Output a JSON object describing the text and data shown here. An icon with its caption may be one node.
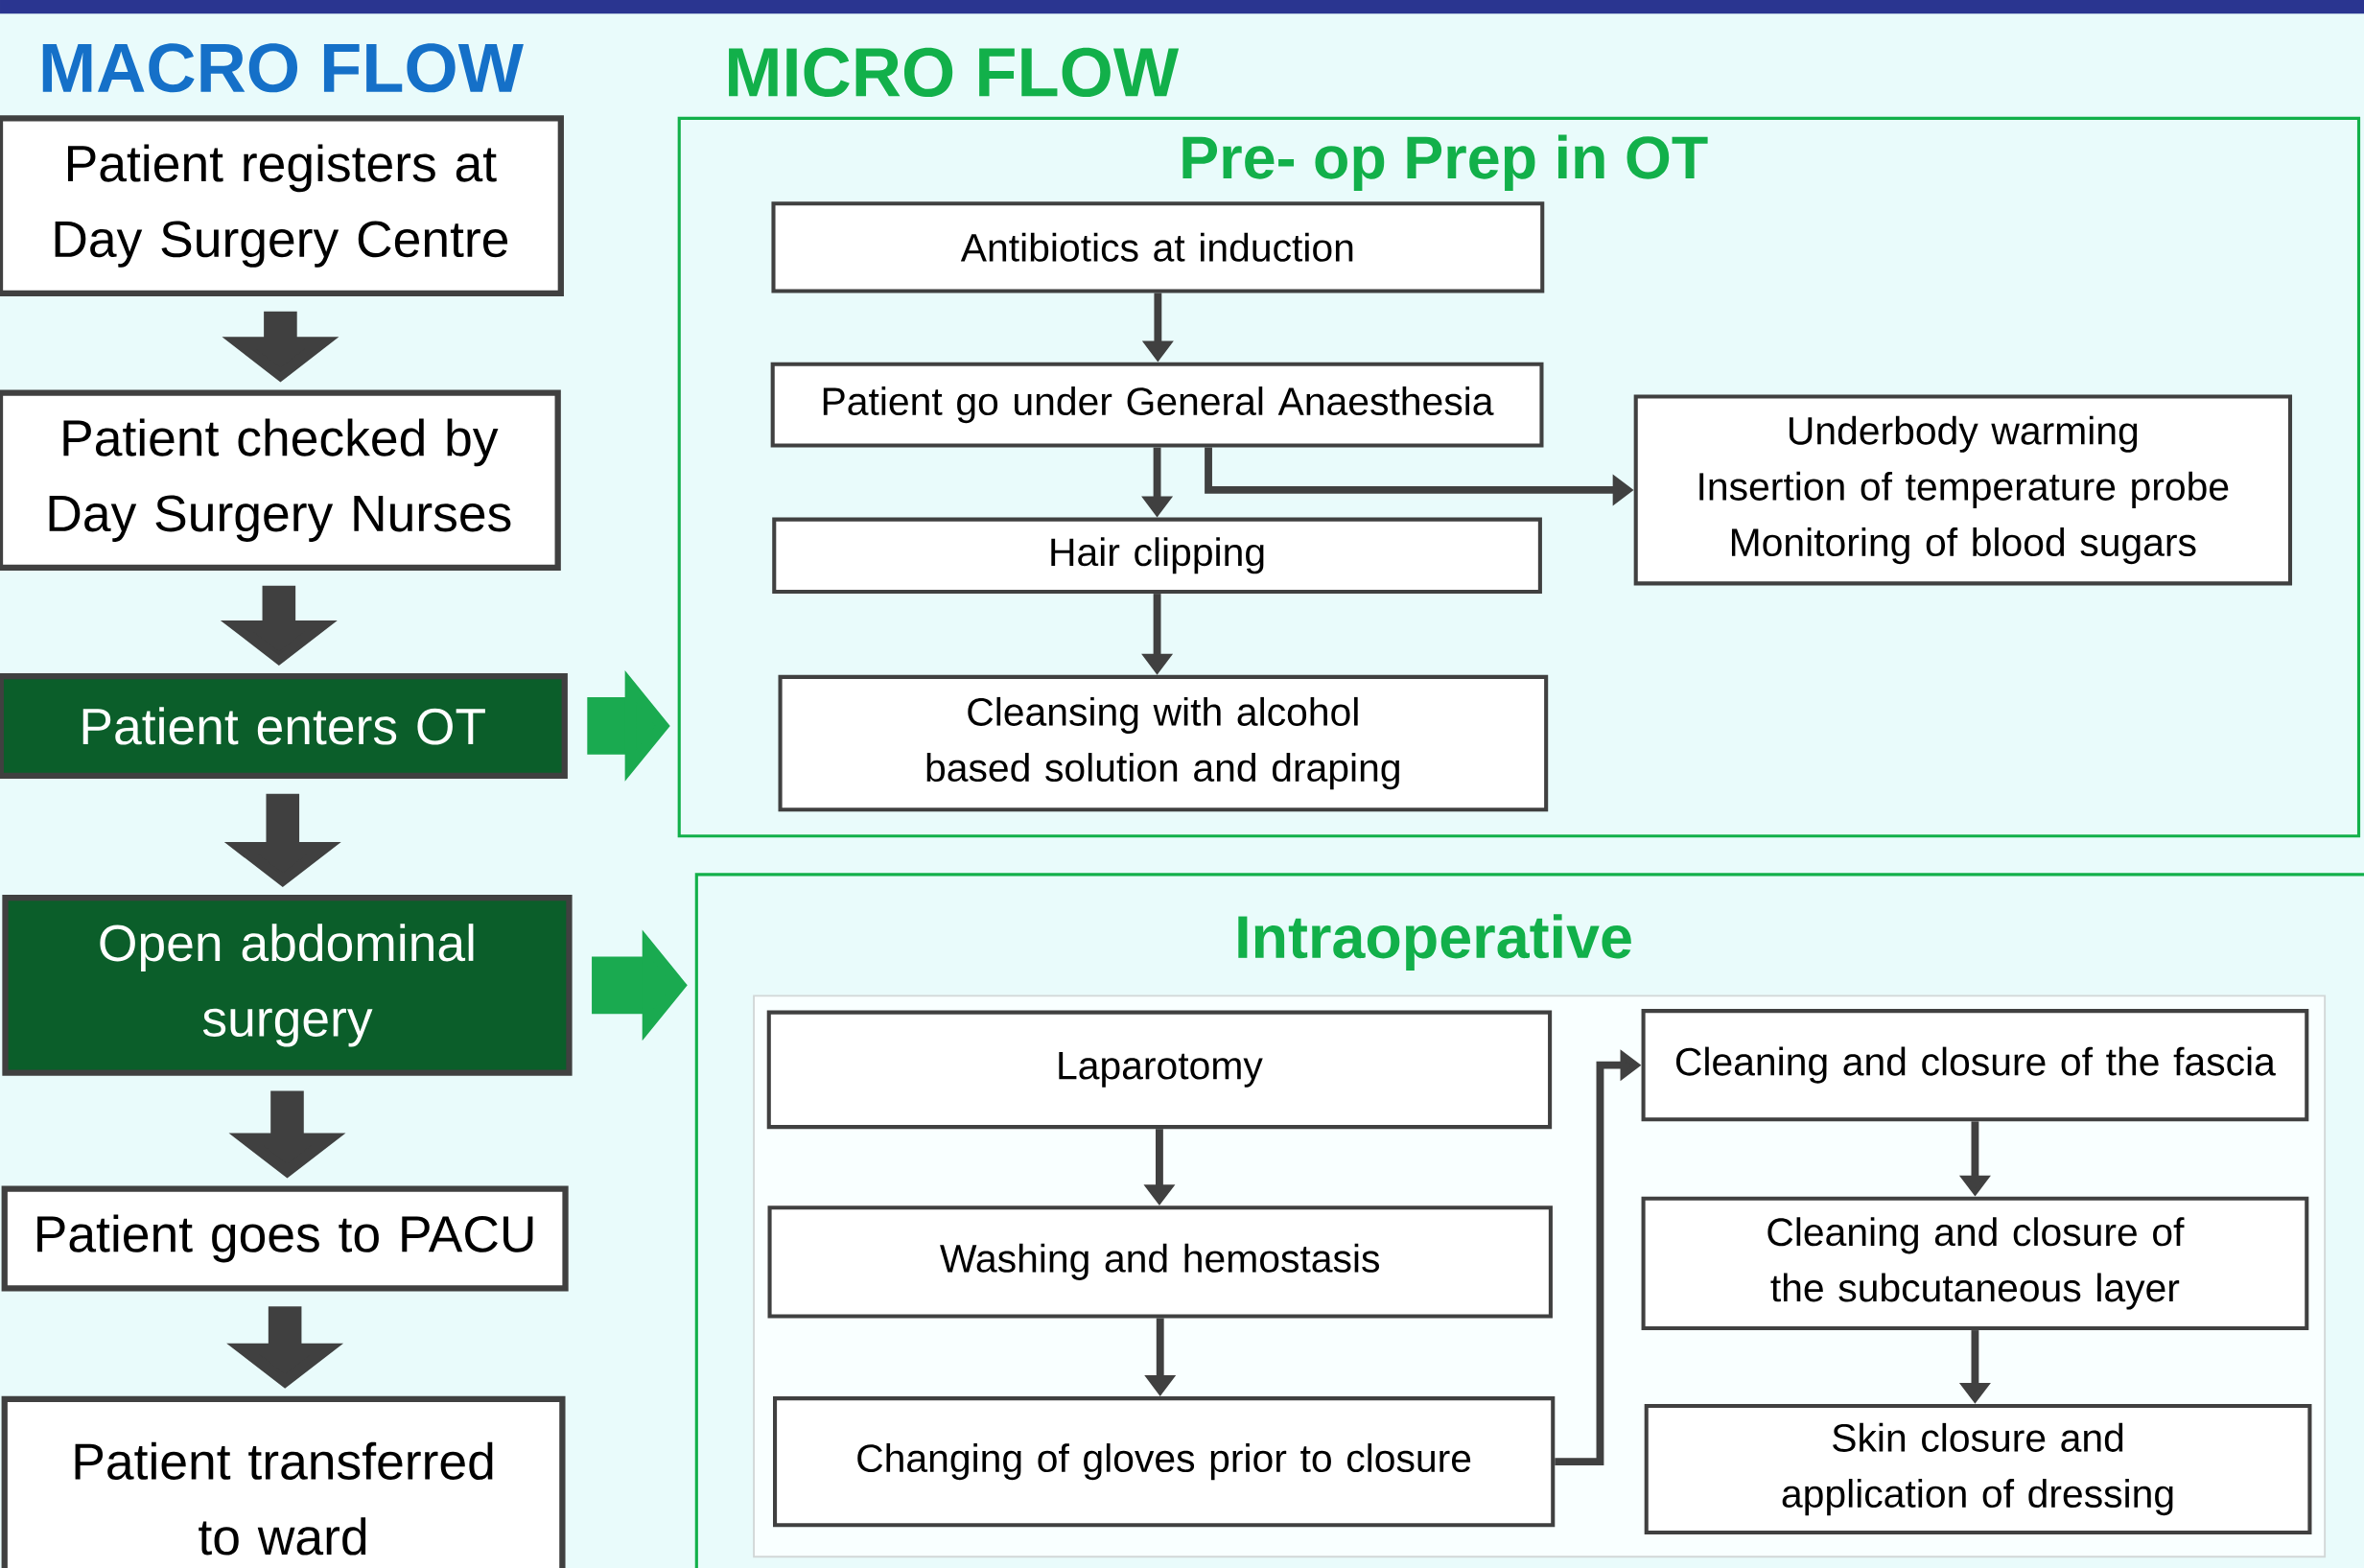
{
  "diagram": {
    "nodes": [
      {
        "text": [
          "Patient registers at Day Surgery Centre"
        ]
      },
      {
        "text": [
          "Patient checked by Day Surgery Nurses"
        ]
      },
      {
        "text": [
          "Patient enters OT"
        ]
      },
      {
        "text": [
          "Open abdominal surgery"
        ]
      },
      {
        "text": [
          "Patient goes to PACU"
        ]
      },
      {
        "text": [
          "Patient transferred to ward"
        ]
      },
      {
        "text": [
          "Pre- op Prep in OT"
        ]
      },
      {
        "text": [
          "Antibiotics at induction"
        ],
        "in": 6
      },
      {
        "text": [
          "Patient go under General Anaesthesia"
        ],
        "in": 6
      },
      {
        "text": [
          "Hair clipping"
        ],
        "in": 6
      },
      {
        "text": [
          "Cleansing with alcohol based solution and draping"
        ],
        "in": 6
      },
      {
        "text": [
          "Underbody warming",
          "Insertion of temperature probe",
          "Monitoring of blood sugars"
        ],
        "in": 6
      },
      {
        "text": [
          "Intraoperative"
        ]
      },
      {
        "text": [],
        "shape": "box",
        "in": 12
      },
      {
        "text": [
          "Laparotomy"
        ],
        "in": 13
      },
      {
        "text": [
          "Washing and hemostasis"
        ],
        "in": 13
      },
      {
        "text": [
          "Changing of gloves prior to closure"
        ],
        "in": 13
      },
      {
        "text": [
          "Cleaning and closure of the fascia"
        ],
        "in": 13
      },
      {
        "text": [
          "Cleaning and closure of the subcutaneous layer"
        ],
        "in": 13
      },
      {
        "text": [
          "Skin closure and application of dressing"
        ],
        "in": 13
      }
    ],
    "edges": [
      {
        "from": 0,
        "to": 1,
        "arrow": "to",
        "style": "thick"
      },
      {
        "from": 1,
        "to": 2,
        "arrow": "to",
        "style": "thick"
      },
      {
        "from": 2,
        "to": 3,
        "arrow": "to",
        "style": "thick"
      },
      {
        "from": 3,
        "to": 4,
        "arrow": "to",
        "style": "thick"
      },
      {
        "from": 4,
        "to": 5,
        "arrow": "to",
        "style": "thick"
      },
      {
        "from": 2,
        "to": 6,
        "arrow": "to",
        "style": "thick",
        "color": "#1aaa50"
      },
      {
        "from": 3,
        "to": 12,
        "arrow": "to",
        "style": "thick",
        "color": "#1aaa50"
      },
      {
        "from": 7,
        "to": 8,
        "arrow": "to"
      },
      {
        "from": 8,
        "to": 9,
        "arrow": "to"
      },
      {
        "from": 9,
        "to": 10,
        "arrow": "to"
      },
      {
        "from": 8,
        "to": 11,
        "arrow": "to"
      },
      {
        "from": 14,
        "to": 15,
        "arrow": "to"
      },
      {
        "from": 15,
        "to": 16,
        "arrow": "to"
      },
      {
        "from": 16,
        "to": 17,
        "arrow": "to"
      },
      {
        "from": 17,
        "to": 18,
        "arrow": "to"
      },
      {
        "from": 18,
        "to": 19,
        "arrow": "to"
      }
    ],
    "labels": [
      "MACRO FLOW",
      "MICRO FLOW"
    ]
  }
}
